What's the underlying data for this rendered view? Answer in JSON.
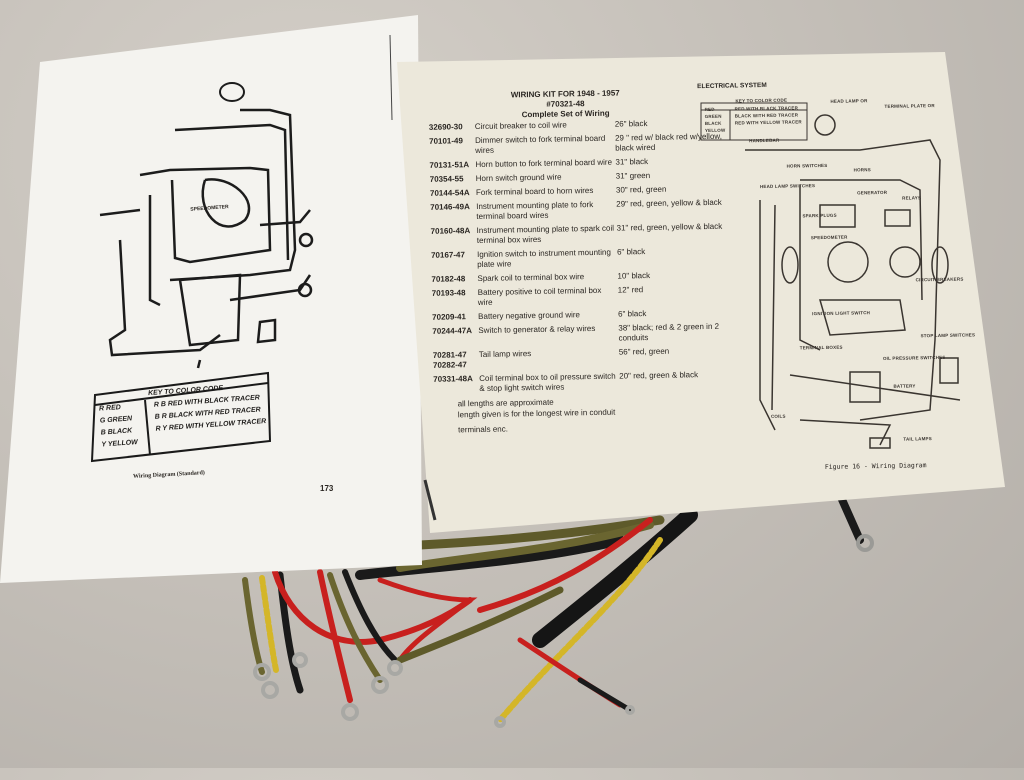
{
  "left_page": {
    "diagram_label": "SPEEDOMETER",
    "key_title": "KEY TO COLOR CODE",
    "key_basic": [
      {
        "code": "R",
        "label": "RED"
      },
      {
        "code": "G",
        "label": "GREEN"
      },
      {
        "code": "B",
        "label": "BLACK"
      },
      {
        "code": "Y",
        "label": "YELLOW"
      }
    ],
    "key_tracer": [
      {
        "code": "R B",
        "label": "RED WITH BLACK TRACER"
      },
      {
        "code": "B R",
        "label": "BLACK WITH RED TRACER"
      },
      {
        "code": "R Y",
        "label": "RED WITH YELLOW TRACER"
      }
    ],
    "caption": "Wiring Diagram (Standard)",
    "page_number": "173"
  },
  "kit_sheet": {
    "title": "WIRING KIT FOR 1948 - 1957",
    "part_number": "#70321-48",
    "subtitle": "Complete Set of Wiring",
    "items": [
      {
        "part": "32690-30",
        "description": "Circuit breaker to coil wire",
        "spec": "26\" black"
      },
      {
        "part": "70101-49",
        "description": "Dimmer switch to fork terminal board wires",
        "spec": "29 \" red w/ black red w/yellow, black wired"
      },
      {
        "part": "70131-51A",
        "description": "Horn button to fork terminal board wire",
        "spec": "31\" black"
      },
      {
        "part": "70354-55",
        "description": "Horn switch ground wire",
        "spec": "31\" green"
      },
      {
        "part": "70144-54A",
        "description": "Fork terminal board to horn wires",
        "spec": "30\" red, green"
      },
      {
        "part": "70146-49A",
        "description": "Instrument mounting plate to fork terminal board wires",
        "spec": "29\" red, green, yellow & black"
      },
      {
        "part": "70160-48A",
        "description": "Instrument mounting plate to spark coil terminal box wires",
        "spec": "31\" red, green, yellow & black"
      },
      {
        "part": "70167-47",
        "description": "Ignition switch to instrument mounting plate wire",
        "spec": "6\" black"
      },
      {
        "part": "70182-48",
        "description": "Spark coil to terminal box wire",
        "spec": "10\"   black"
      },
      {
        "part": "70193-48",
        "description": "Battery positive to coil terminal box wire",
        "spec": "12\" red"
      },
      {
        "part": "70209-41",
        "description": "Battery negative ground wire",
        "spec": "6\" black"
      },
      {
        "part": "70244-47A",
        "description": "Switch to generator & relay wires",
        "spec": "38\" black; red & 2 green in 2 conduits"
      },
      {
        "part": "70281-47 70282-47",
        "description": "Tail lamp wires",
        "spec": "56\" red, green"
      },
      {
        "part": "70331-48A",
        "description": "Coil terminal box to oil pressure switch & stop light switch wires",
        "spec": "20\" red, green & black"
      }
    ],
    "note_1": "all lengths are approximate",
    "note_2": "length given is for the longest wire in conduit",
    "note_3": "terminals enc."
  },
  "electrical_diagram": {
    "title": "ELECTRICAL SYSTEM",
    "key_title": "KEY TO COLOR CODE",
    "key_basic": [
      "RED",
      "GREEN",
      "BLACK",
      "YELLOW"
    ],
    "key_tracer": [
      "RED WITH BLACK TRACER",
      "BLACK WITH RED TRACER",
      "RED WITH YELLOW TRACER"
    ],
    "labels": {
      "head_lamp": "HEAD LAMP OR",
      "terminal_plate": "TERMINAL PLATE OR",
      "handlebar": "HANDLEBAR",
      "horn_switches": "HORN SWITCHES",
      "horns": "HORNS",
      "head_lamp_switches": "HEAD LAMP SWITCHES",
      "generator": "GENERATOR",
      "relays": "RELAYS",
      "spark_plugs": "SPARK PLUGS",
      "speedometer": "SPEEDOMETER",
      "circuit_breakers": "CIRCUIT BREAKERS",
      "ignition": "IGNITION LIGHT SWITCH",
      "terminal_boxes": "TERMINAL BOXES",
      "stop_lamp": "STOP LAMP SWITCHES",
      "oil_pressure": "OIL PRESSURE SWITCHES",
      "battery": "BATTERY",
      "coils": "COILS",
      "tail_lamps": "TAIL LAMPS"
    },
    "caption": "Figure 16 - Wiring Diagram"
  },
  "colors": {
    "background": "#c4bfb8",
    "paper": "#f3f1ec",
    "kit_paper": "#ece8dc",
    "ink": "#2a2622",
    "wire_black": "#1a1a1a",
    "wire_red": "#c8201e",
    "wire_yellow": "#d4b628",
    "wire_green": "#5e5a2a",
    "terminal": "#a8a8a4"
  }
}
